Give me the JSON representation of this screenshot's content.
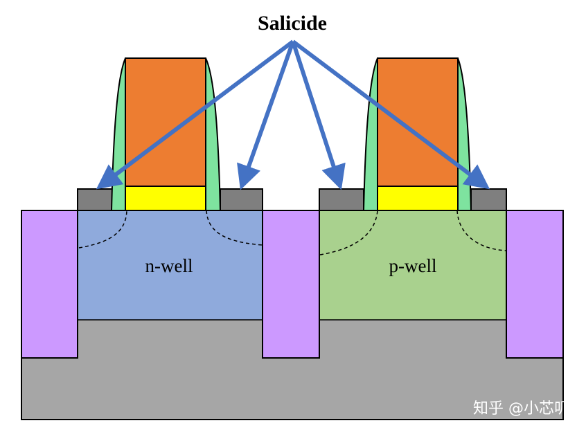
{
  "title": "Salicide",
  "labels": {
    "left_well": "n-well",
    "right_well": "p-well"
  },
  "watermark": "知乎 @小芯叽",
  "colors": {
    "substrate": "#a6a6a6",
    "isolation": "#cc99ff",
    "n_well": "#8faadc",
    "p_well": "#a9d18e",
    "gate": "#ed7d31",
    "spacer": "#7ee39f",
    "gate_oxide": "#ffff00",
    "salicide": "#7f7f7f",
    "arrow": "#4472c4"
  },
  "icons": [
    "arrow-icon"
  ]
}
